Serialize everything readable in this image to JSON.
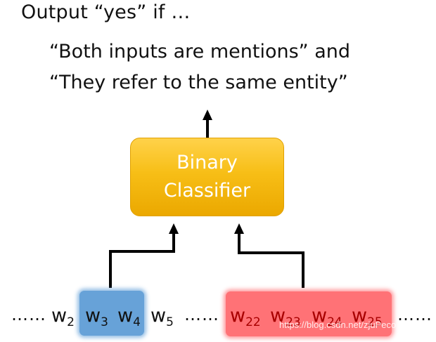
{
  "heading": "Output “yes” if …",
  "conditions": [
    "“Both inputs are mentions” and",
    "“They refer to the same entity”"
  ],
  "classifier": {
    "line1": "Binary",
    "line2": "Classifier"
  },
  "tokens": {
    "dots_left": "……",
    "w2": {
      "base": "w",
      "sub": "2"
    },
    "w3": {
      "base": "w",
      "sub": "3"
    },
    "w4": {
      "base": "w",
      "sub": "4"
    },
    "w5": {
      "base": "w",
      "sub": "5"
    },
    "dots_mid": "……",
    "w22": {
      "base": "w",
      "sub": "22"
    },
    "w23": {
      "base": "w",
      "sub": "23"
    },
    "w24": {
      "base": "w",
      "sub": "24"
    },
    "w25": {
      "base": "w",
      "sub": "25"
    },
    "dots_right": "……"
  },
  "colors": {
    "classifier_fill": "#f7be16",
    "mention1_highlight": "#5b9bd5",
    "mention2_highlight": "#ff6b6f",
    "mention2_text": "#a80000"
  },
  "watermark": "https://blog.csdn.net/zjuPeco"
}
